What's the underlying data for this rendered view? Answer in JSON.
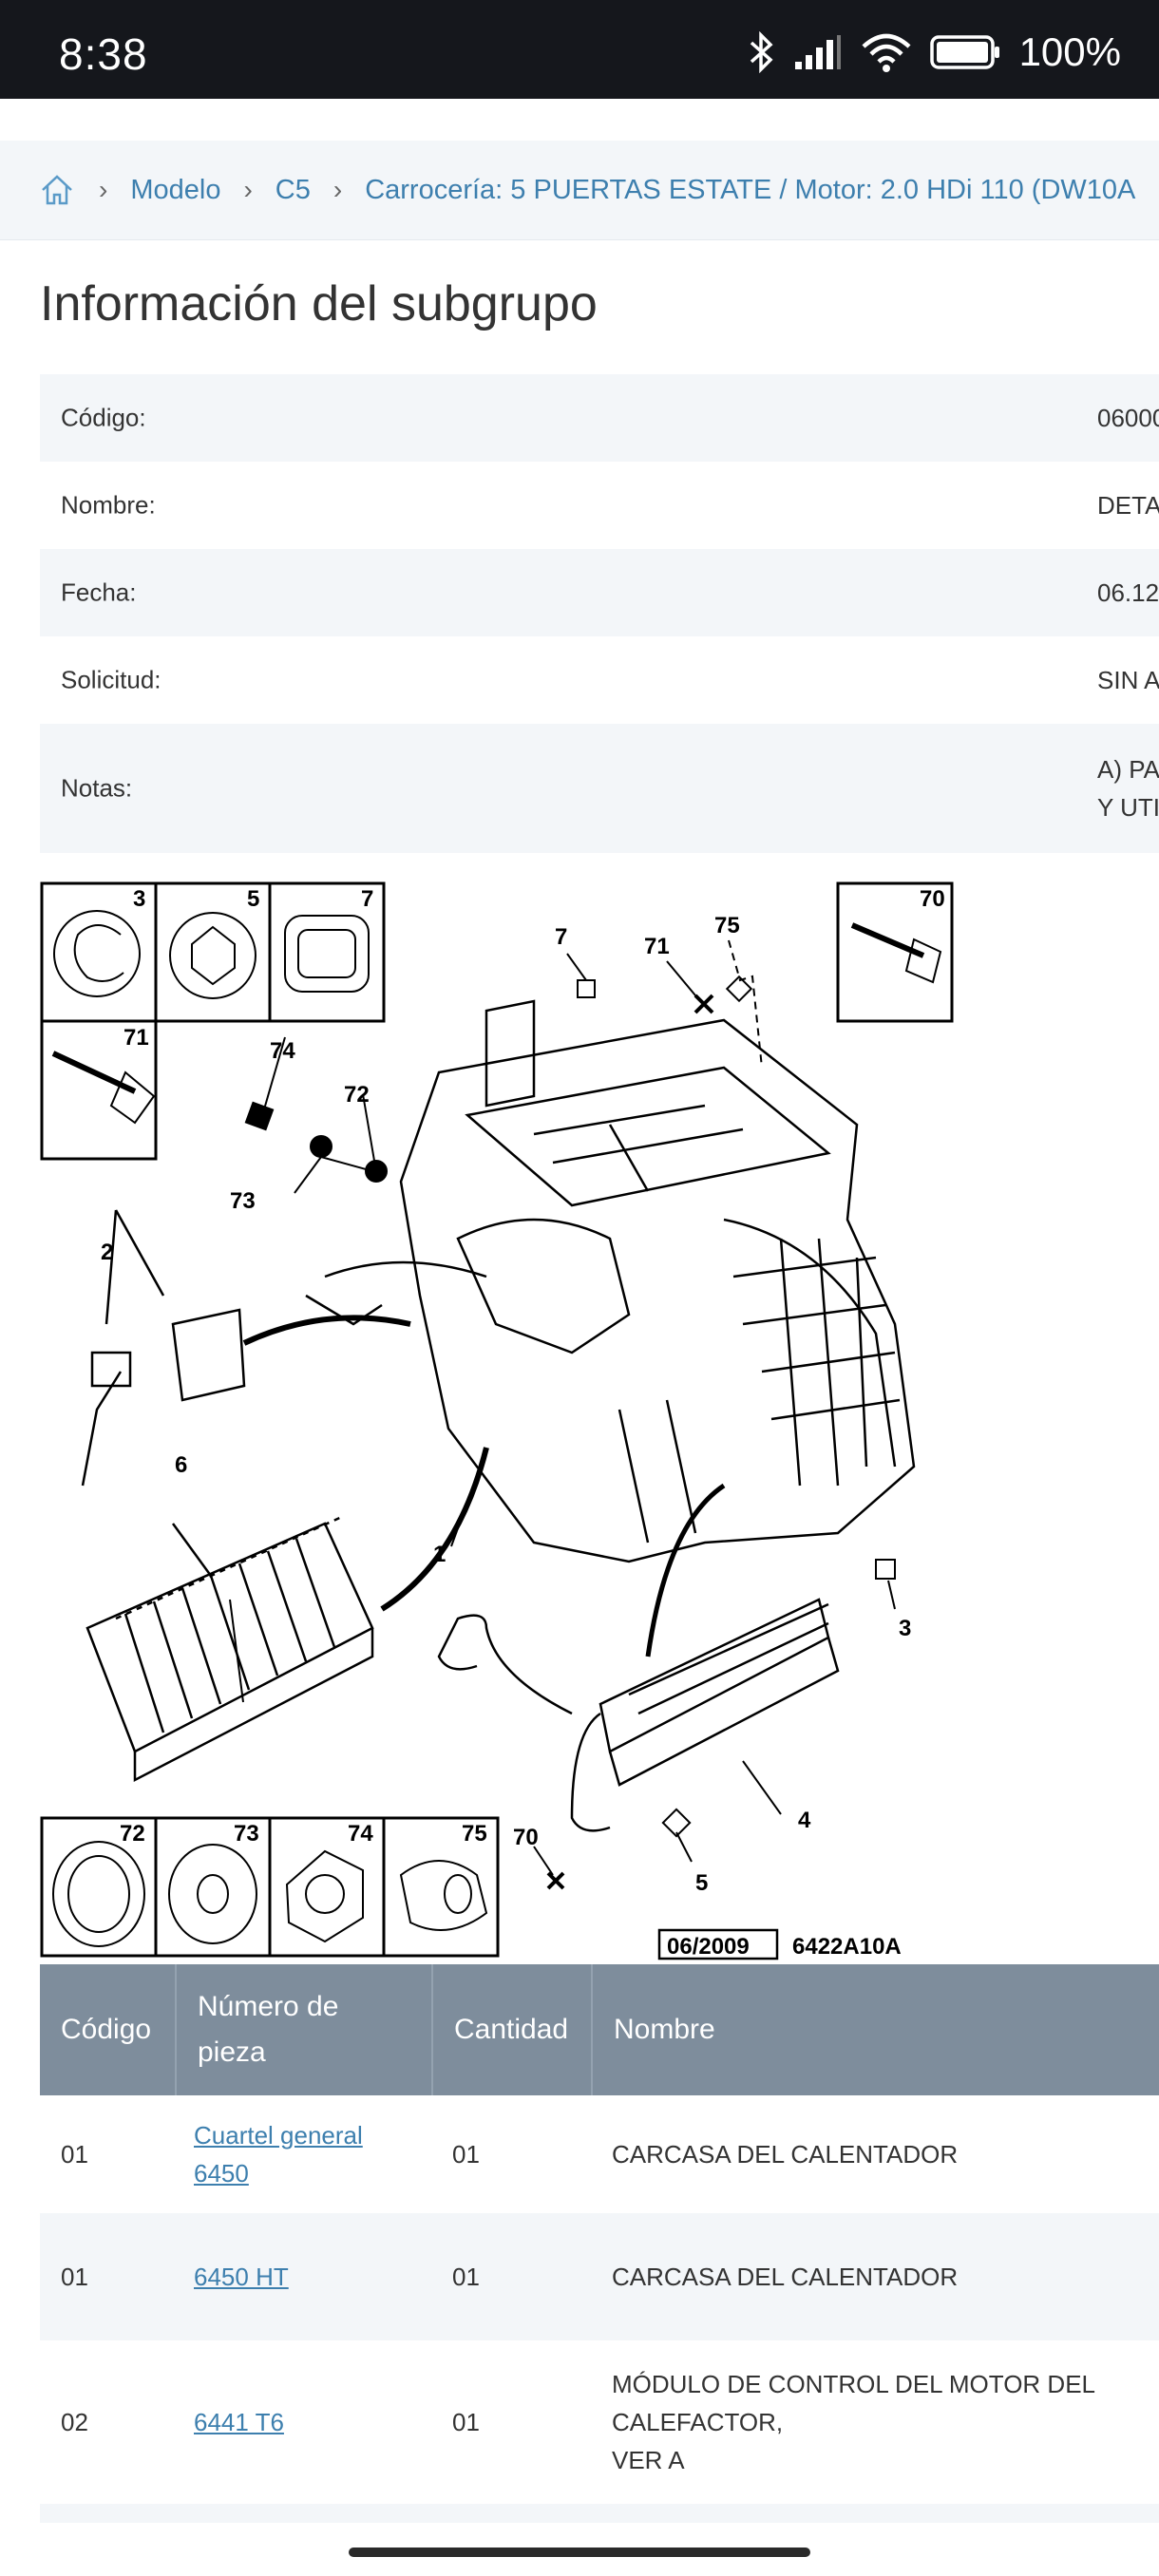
{
  "status_bar": {
    "time": "8:38",
    "battery": "100%"
  },
  "breadcrumb": {
    "items": [
      "Modelo",
      "C5",
      "Carrocería: 5 PUERTAS ESTATE / Motor: 2.0 HDi 110 (DW10A"
    ]
  },
  "section_title": "Información del subgrupo",
  "info_rows": [
    {
      "label": "Código:",
      "value": "06000"
    },
    {
      "label": "Nombre:",
      "value": "DETA"
    },
    {
      "label": "Fecha:",
      "value": "06.12"
    },
    {
      "label": "Solicitud:",
      "value": "SIN A"
    },
    {
      "label": "Notas:",
      "value": "A) PA",
      "value2": "Y UTI"
    }
  ],
  "diagram": {
    "callouts": [
      "1",
      "2",
      "3",
      "4",
      "5",
      "6",
      "7",
      "70",
      "71",
      "72",
      "73",
      "74",
      "75"
    ],
    "inset_labels": [
      "3",
      "5",
      "7",
      "71",
      "70",
      "72",
      "73",
      "74",
      "75"
    ],
    "stamp_date": "06/2009",
    "stamp_ref": "6422A10A"
  },
  "parts_table": {
    "headers": {
      "code": "Código",
      "part_line1": "Número de",
      "part_line2": "pieza",
      "qty": "Cantidad",
      "name": "Nombre"
    },
    "rows": [
      {
        "code": "01",
        "part_line1": "Cuartel general",
        "part_line2": "6450",
        "qty": "01",
        "name_line1": "CARCASA DEL CALENTADOR"
      },
      {
        "code": "01",
        "part_line1": "6450 HT",
        "qty": "01",
        "name_line1": "CARCASA DEL CALENTADOR"
      },
      {
        "code": "02",
        "part_line1": "6441 T6",
        "qty": "01",
        "name_line1": "MÓDULO DE CONTROL DEL MOTOR DEL",
        "name_line2": "CALEFACTOR,",
        "name_line3": "VER A"
      }
    ]
  },
  "colors": {
    "link": "#3d7fae",
    "table_header": "#7e8d9c",
    "stripe": "#f3f6f9",
    "status_bar": "#15171c"
  }
}
